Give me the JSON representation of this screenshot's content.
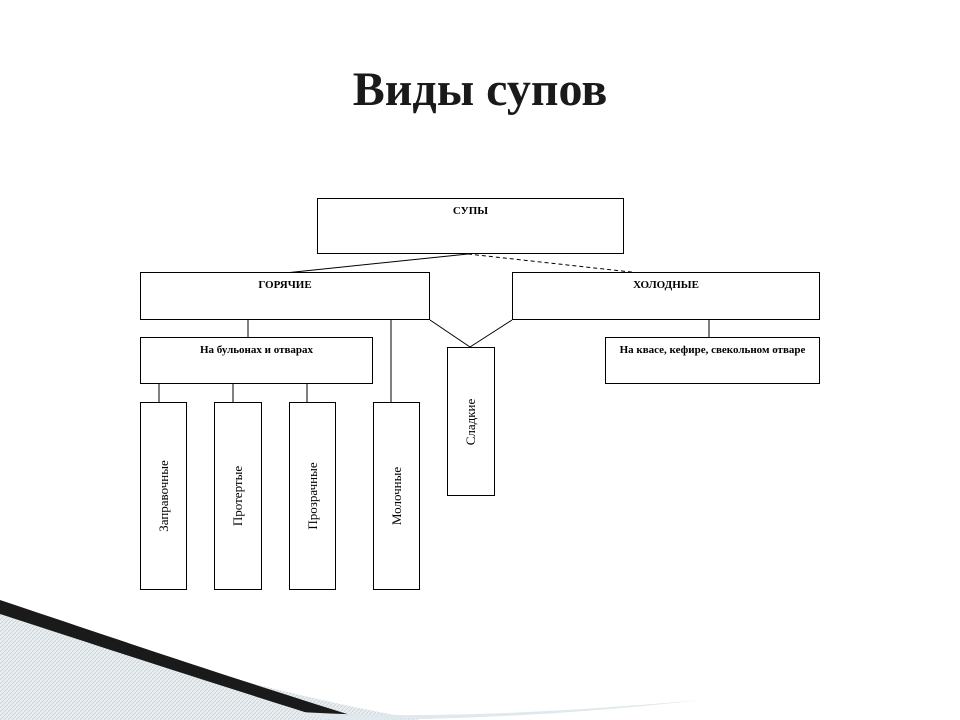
{
  "slide": {
    "title": "Виды супов"
  },
  "diagram": {
    "root": {
      "label": "СУПЫ"
    },
    "hot": {
      "label": "ГОРЯЧИЕ"
    },
    "cold": {
      "label": "ХОЛОДНЫЕ"
    },
    "broths": {
      "label": "На бульонах и отварах"
    },
    "sweet": {
      "label": "Сладкие"
    },
    "kvass": {
      "label": "На квасе, кефире, свекольном отваре"
    },
    "dressed": {
      "label": "Заправочные"
    },
    "pureed": {
      "label": "Протертые"
    },
    "clear": {
      "label": "Прозрачные"
    },
    "milk": {
      "label": "Молочные"
    }
  },
  "colors": {
    "border": "#000000",
    "title": "#1a1a1a",
    "decor_dark": "#111111",
    "decor_light": "#d8e4ea"
  }
}
